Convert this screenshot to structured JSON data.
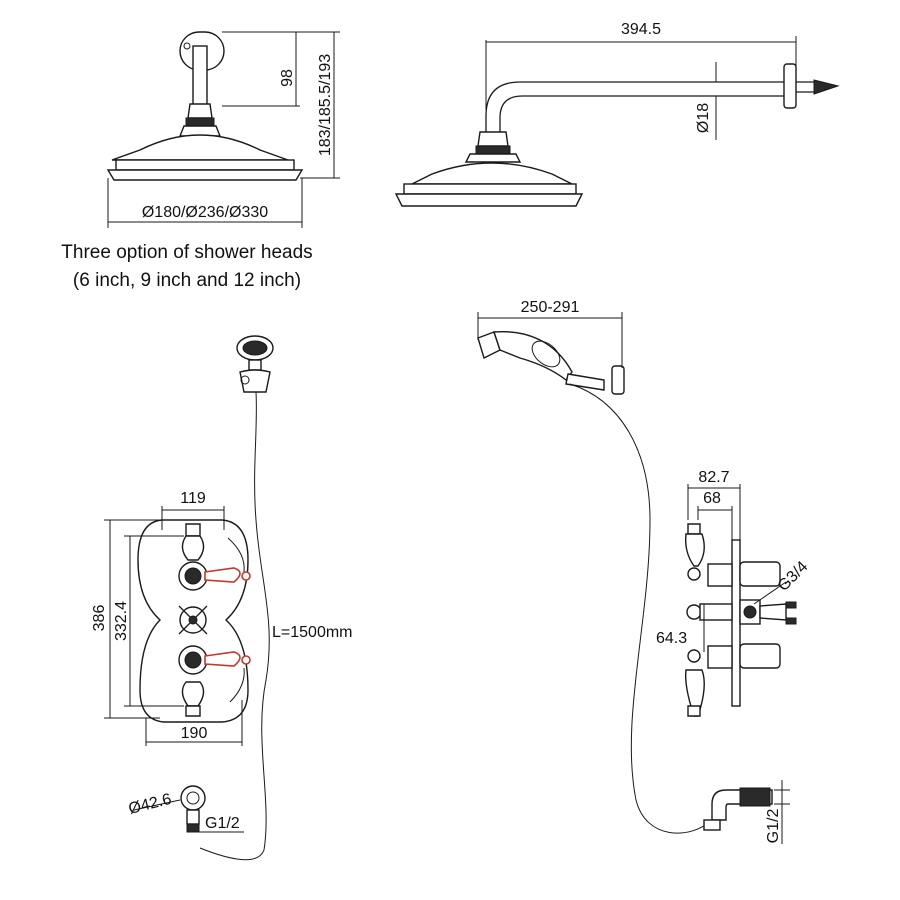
{
  "caption": {
    "line1": "Three option of shower heads",
    "line2": "(6 inch, 9 inch and 12 inch)"
  },
  "dimensions": {
    "arm_vertical_drop": "98",
    "head_heights": "183/185.5/193",
    "head_diameters": "Ø180/Ø236/Ø330",
    "arm_length": "394.5",
    "arm_diameter": "Ø18",
    "hand_holder_reach": "250-291",
    "valve_width_top": "119",
    "valve_height_outer": "386",
    "valve_height_inner": "332.4",
    "valve_width_bottom": "190",
    "hose_length": "L=1500mm",
    "outlet_diameter": "Ø42.6",
    "outlet_thread_front": "G1/2",
    "side_depth_outer": "82.7",
    "side_depth_inner": "68",
    "inlet_thread": "G3/4",
    "side_offset": "64.3",
    "outlet_thread_side": "G1/2"
  }
}
